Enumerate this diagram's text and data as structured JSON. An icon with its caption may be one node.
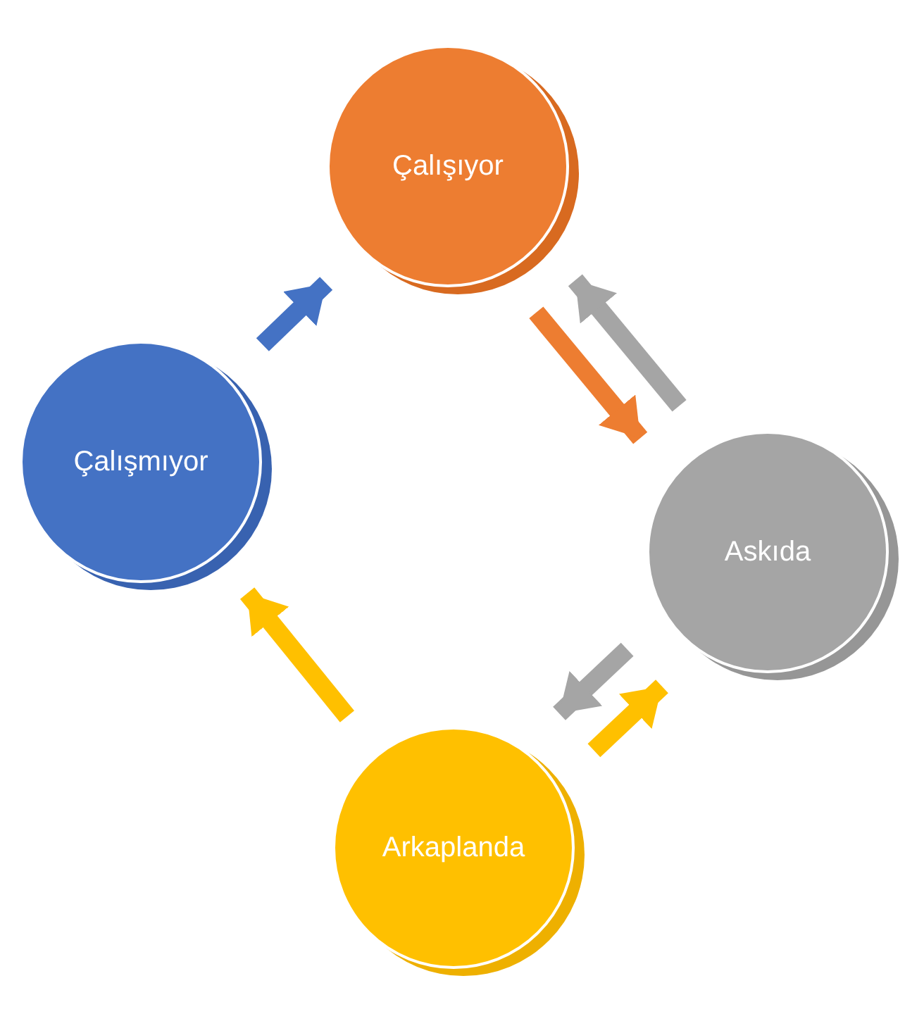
{
  "diagram": {
    "nodes": [
      {
        "text": [
          "Çalışıyor"
        ]
      },
      {
        "text": [
          "Askıda"
        ]
      },
      {
        "text": [
          "Arkaplanda"
        ]
      },
      {
        "text": [
          "Çalışmıyor"
        ]
      }
    ],
    "edges": [
      {
        "from": 3,
        "to": 0,
        "arrow": "to",
        "color": "#4472c4"
      },
      {
        "from": 0,
        "to": 1,
        "arrow": "to",
        "color": "#ed7d31"
      },
      {
        "from": 1,
        "to": 0,
        "arrow": "to",
        "color": "#a5a5a5"
      },
      {
        "from": 1,
        "to": 2,
        "arrow": "to",
        "color": "#a5a5a5"
      },
      {
        "from": 2,
        "to": 1,
        "arrow": "to",
        "color": "#ffc000"
      },
      {
        "from": 2,
        "to": 3,
        "arrow": "to",
        "color": "#ffc000"
      }
    ]
  }
}
